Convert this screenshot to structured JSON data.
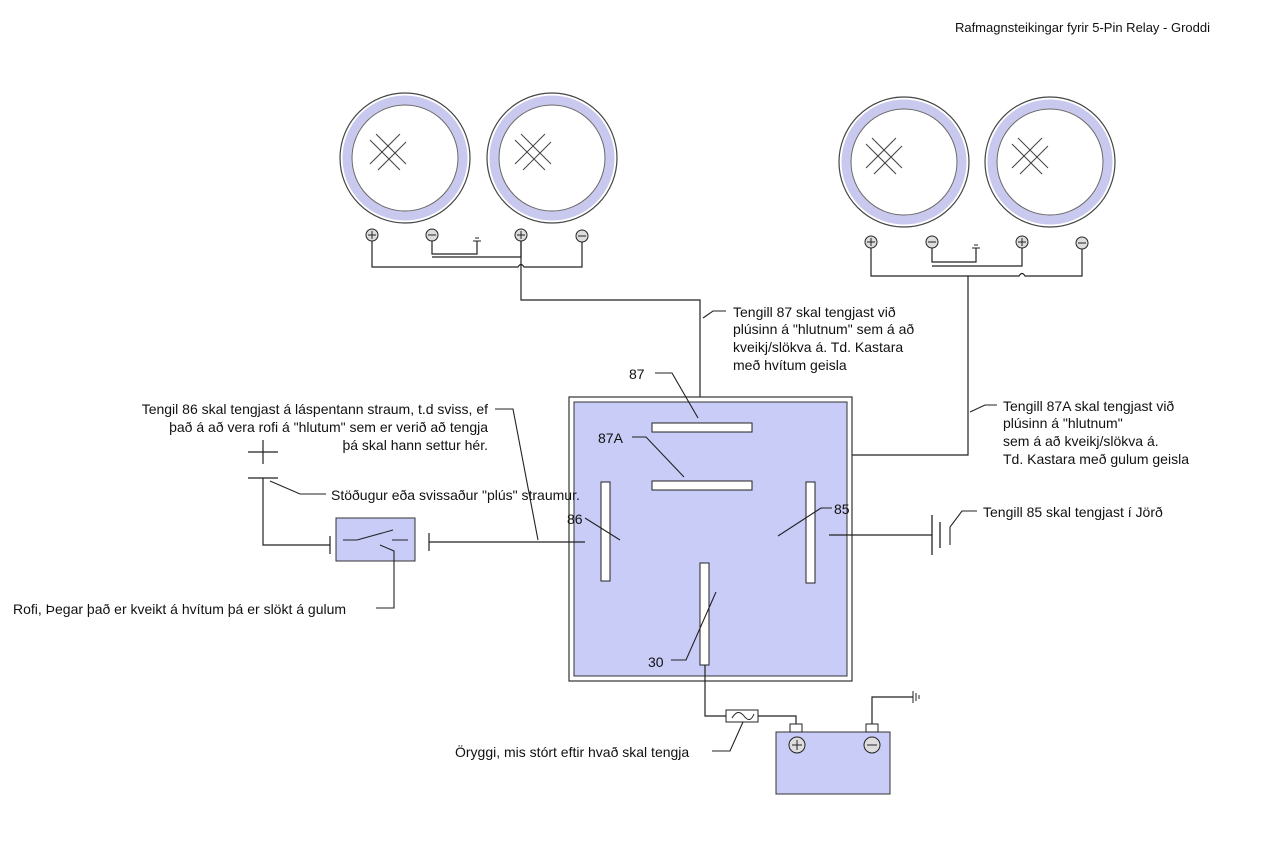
{
  "title": "Rafmagnsteikingar fyrir 5-Pin Relay - Groddi",
  "pins": {
    "p87": "87",
    "p87a": "87A",
    "p86": "86",
    "p85": "85",
    "p30": "30"
  },
  "annotations": {
    "pin87": [
      "Tengill 87 skal tengjast við",
      "plúsinn á \"hlutnum\" sem á að",
      "kveikj/slökva á. Td. Kastara",
      "með hvítum geisla"
    ],
    "pin87a": [
      "Tengill 87A skal tengjast við",
      "plúsinn á \"hlutnum\"",
      "sem á að kveikj/slökva á.",
      "Td. Kastara með gulum geisla"
    ],
    "pin86": [
      "Tengil 86 skal tengjast á láspentann straum, t.d sviss, ef",
      "það á að vera rofi á \"hlutum\" sem er verið að tengja",
      "þá skal hann settur hér."
    ],
    "feed": "Stöðugur eða svissaður \"plús\" straumur.",
    "switch": "Rofi, Þegar það er kveikt á hvítum þá er slökt á gulum",
    "pin85": "Tengill 85 skal tengjast í Jörð",
    "fuse": "Öryggi, mis stórt eftir hvað skal tengja"
  },
  "colors": {
    "relay_fill": "#c8ccf6",
    "lamp_ring": "#c9c9f0",
    "wire": "#222222"
  },
  "icons": {
    "lamp_terminal_positive": "plus-circle-icon",
    "lamp_terminal_negative": "minus-circle-icon",
    "ground": "ground-icon",
    "battery": "battery-icon",
    "fuse": "fuse-icon",
    "switch": "switch-icon"
  }
}
